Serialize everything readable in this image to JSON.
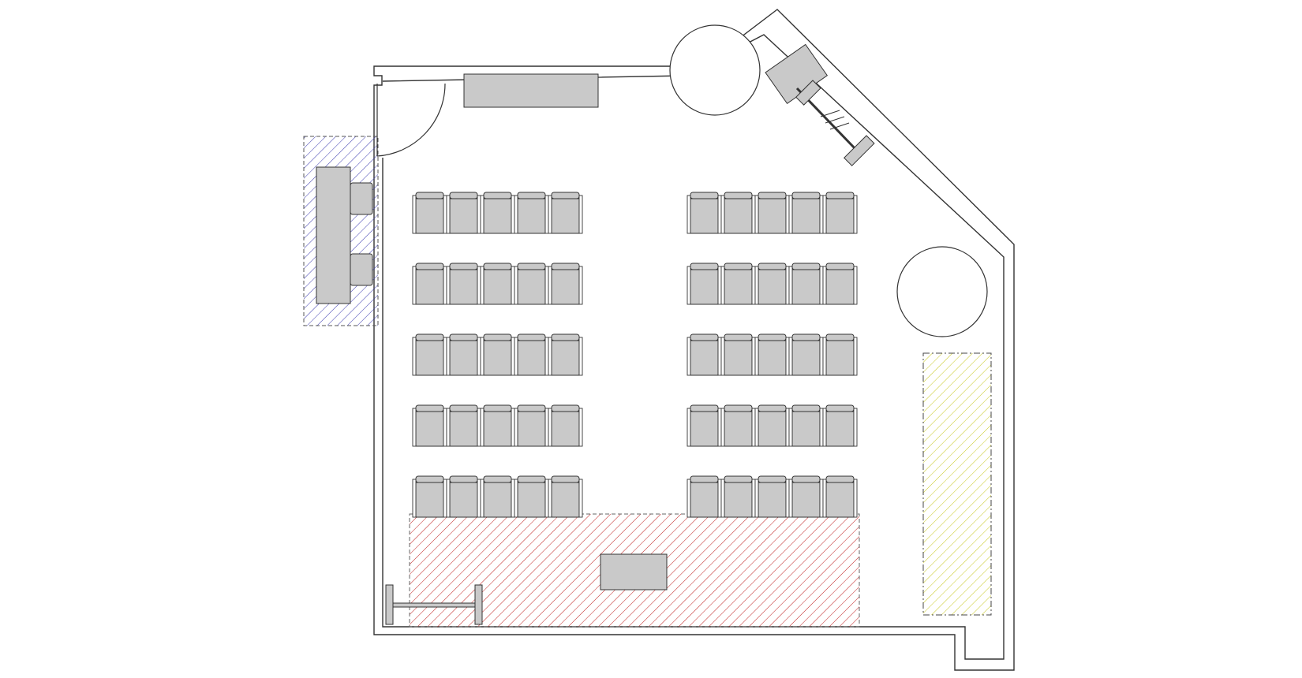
{
  "plan": {
    "colors": {
      "wall": "#333333",
      "furniture_fill": "#c9c9c9",
      "zone_blue": "#3b3bb0",
      "zone_red": "#c02020",
      "zone_yellow": "#c8c820"
    },
    "seating": {
      "blocks": 2,
      "rows": 5,
      "seats_per_row_per_block": 5
    },
    "round_columns": 2,
    "hatched_zones": [
      "blue",
      "red",
      "yellow"
    ]
  }
}
